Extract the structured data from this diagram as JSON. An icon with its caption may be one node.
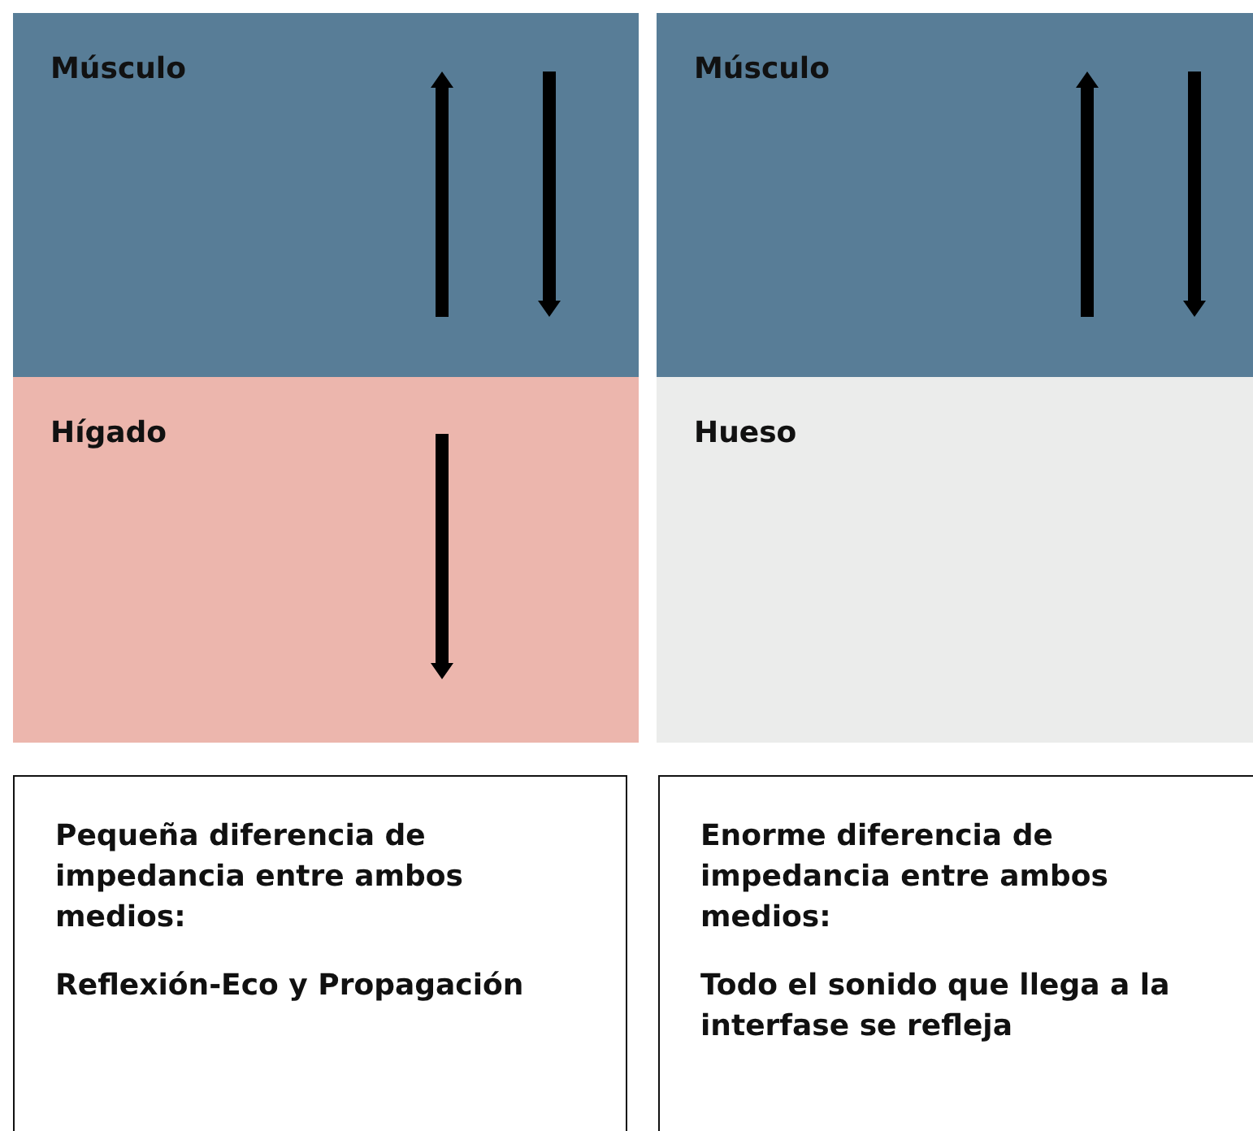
{
  "diagram": {
    "nodes": [
      {
        "text": [
          "Músculo"
        ]
      },
      {
        "text": [
          "Hígado"
        ]
      },
      {
        "text": [
          "Músculo"
        ]
      },
      {
        "text": [
          "Hueso"
        ]
      },
      {
        "text": [
          "Pequeña diferencia de impedancia entre ambos medios:",
          "Reflexión-Eco y Propagación"
        ]
      },
      {
        "text": [
          "Enorme diferencia de impedancia entre ambos medios:",
          "Todo el sonido que llega a la interfase se refleja"
        ]
      }
    ]
  }
}
